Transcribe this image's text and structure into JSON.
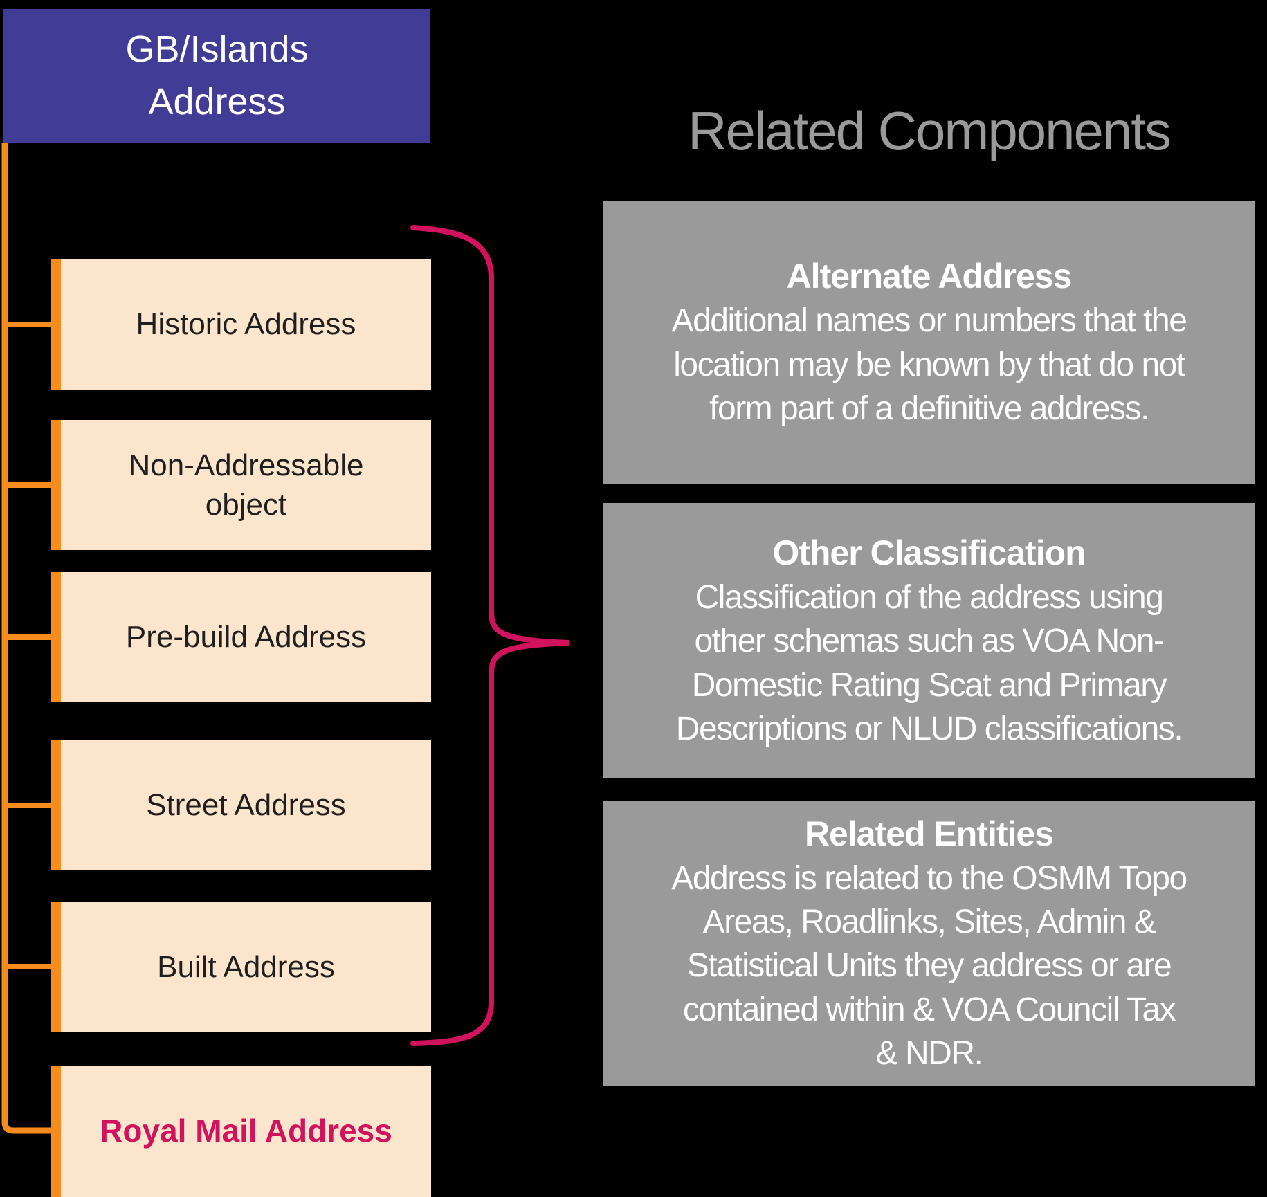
{
  "colors": {
    "background": "#000000",
    "root_purple": "#413C95",
    "connector_orange": "#F78C1E",
    "node_peach": "#FCE5CD",
    "accent_crimson": "#D0135C",
    "panel_gray": "#9A9A9A",
    "heading_gray": "#9A9A9A",
    "node_text": "#1F1F1F",
    "panel_text": "#FFFFFF"
  },
  "root_node": {
    "label": "GB/Islands\nAddress"
  },
  "hierarchy_nodes": [
    {
      "label": "Historic Address"
    },
    {
      "label": "Non-Addressable\nobject"
    },
    {
      "label": "Pre-build Address"
    },
    {
      "label": "Street Address"
    },
    {
      "label": "Built Address"
    },
    {
      "label": "Royal Mail Address"
    }
  ],
  "related_components": {
    "heading": "Related Components",
    "panels": [
      {
        "title": "Alternate Address",
        "body": "Additional names or numbers that the\nlocation may be known by that do not\nform part of a definitive address."
      },
      {
        "title": "Other Classification",
        "body": "Classification of the address using\nother schemas such as VOA Non-\nDomestic Rating Scat and Primary\nDescriptions or NLUD classifications."
      },
      {
        "title": "Related Entities",
        "body": "Address is related to the OSMM Topo\nAreas, Roadlinks, Sites, Admin &\nStatistical Units they address or are\ncontained within & VOA Council Tax\n& NDR."
      }
    ]
  }
}
